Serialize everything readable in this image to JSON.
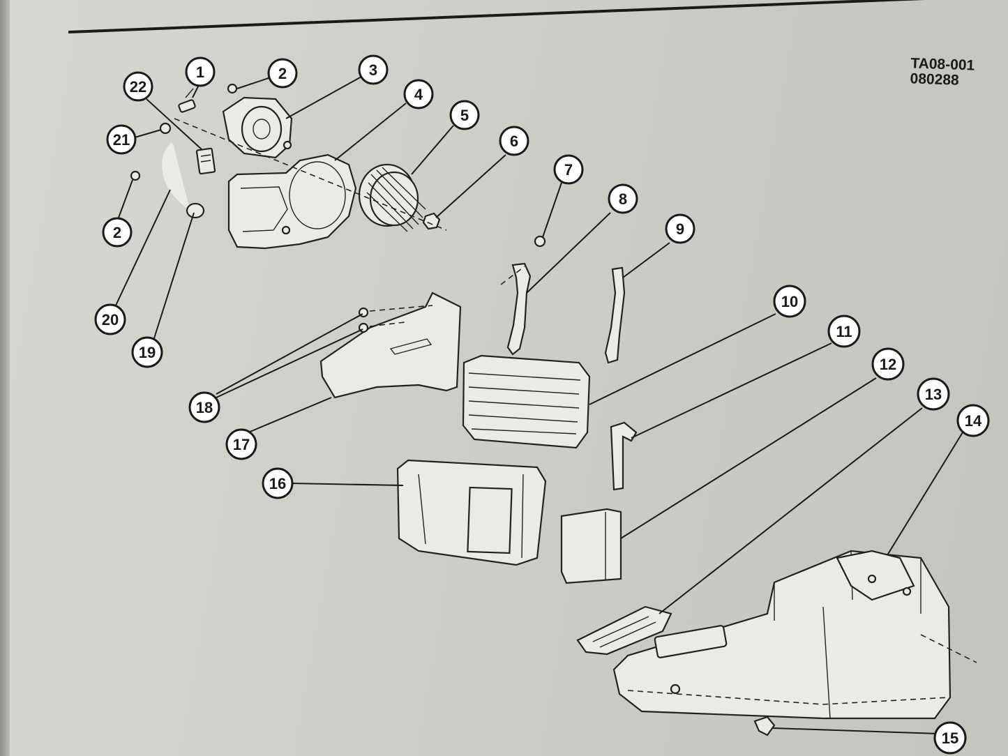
{
  "figure": {
    "id_line1": "TA08-001",
    "id_line2": "080288"
  },
  "callouts": [
    {
      "label": "1"
    },
    {
      "label": "2"
    },
    {
      "label": "3"
    },
    {
      "label": "4"
    },
    {
      "label": "5"
    },
    {
      "label": "6"
    },
    {
      "label": "7"
    },
    {
      "label": "8"
    },
    {
      "label": "9"
    },
    {
      "label": "10"
    },
    {
      "label": "11"
    },
    {
      "label": "12"
    },
    {
      "label": "13"
    },
    {
      "label": "14"
    },
    {
      "label": "15"
    },
    {
      "label": "16"
    },
    {
      "label": "17"
    },
    {
      "label": "18"
    },
    {
      "label": "19"
    },
    {
      "label": "20"
    },
    {
      "label": "21"
    },
    {
      "label": "22"
    },
    {
      "label": "2"
    }
  ],
  "colors": {
    "paper": "#cdd0c9",
    "ink": "#1a1a1a",
    "callout_fill": "#ffffff"
  }
}
